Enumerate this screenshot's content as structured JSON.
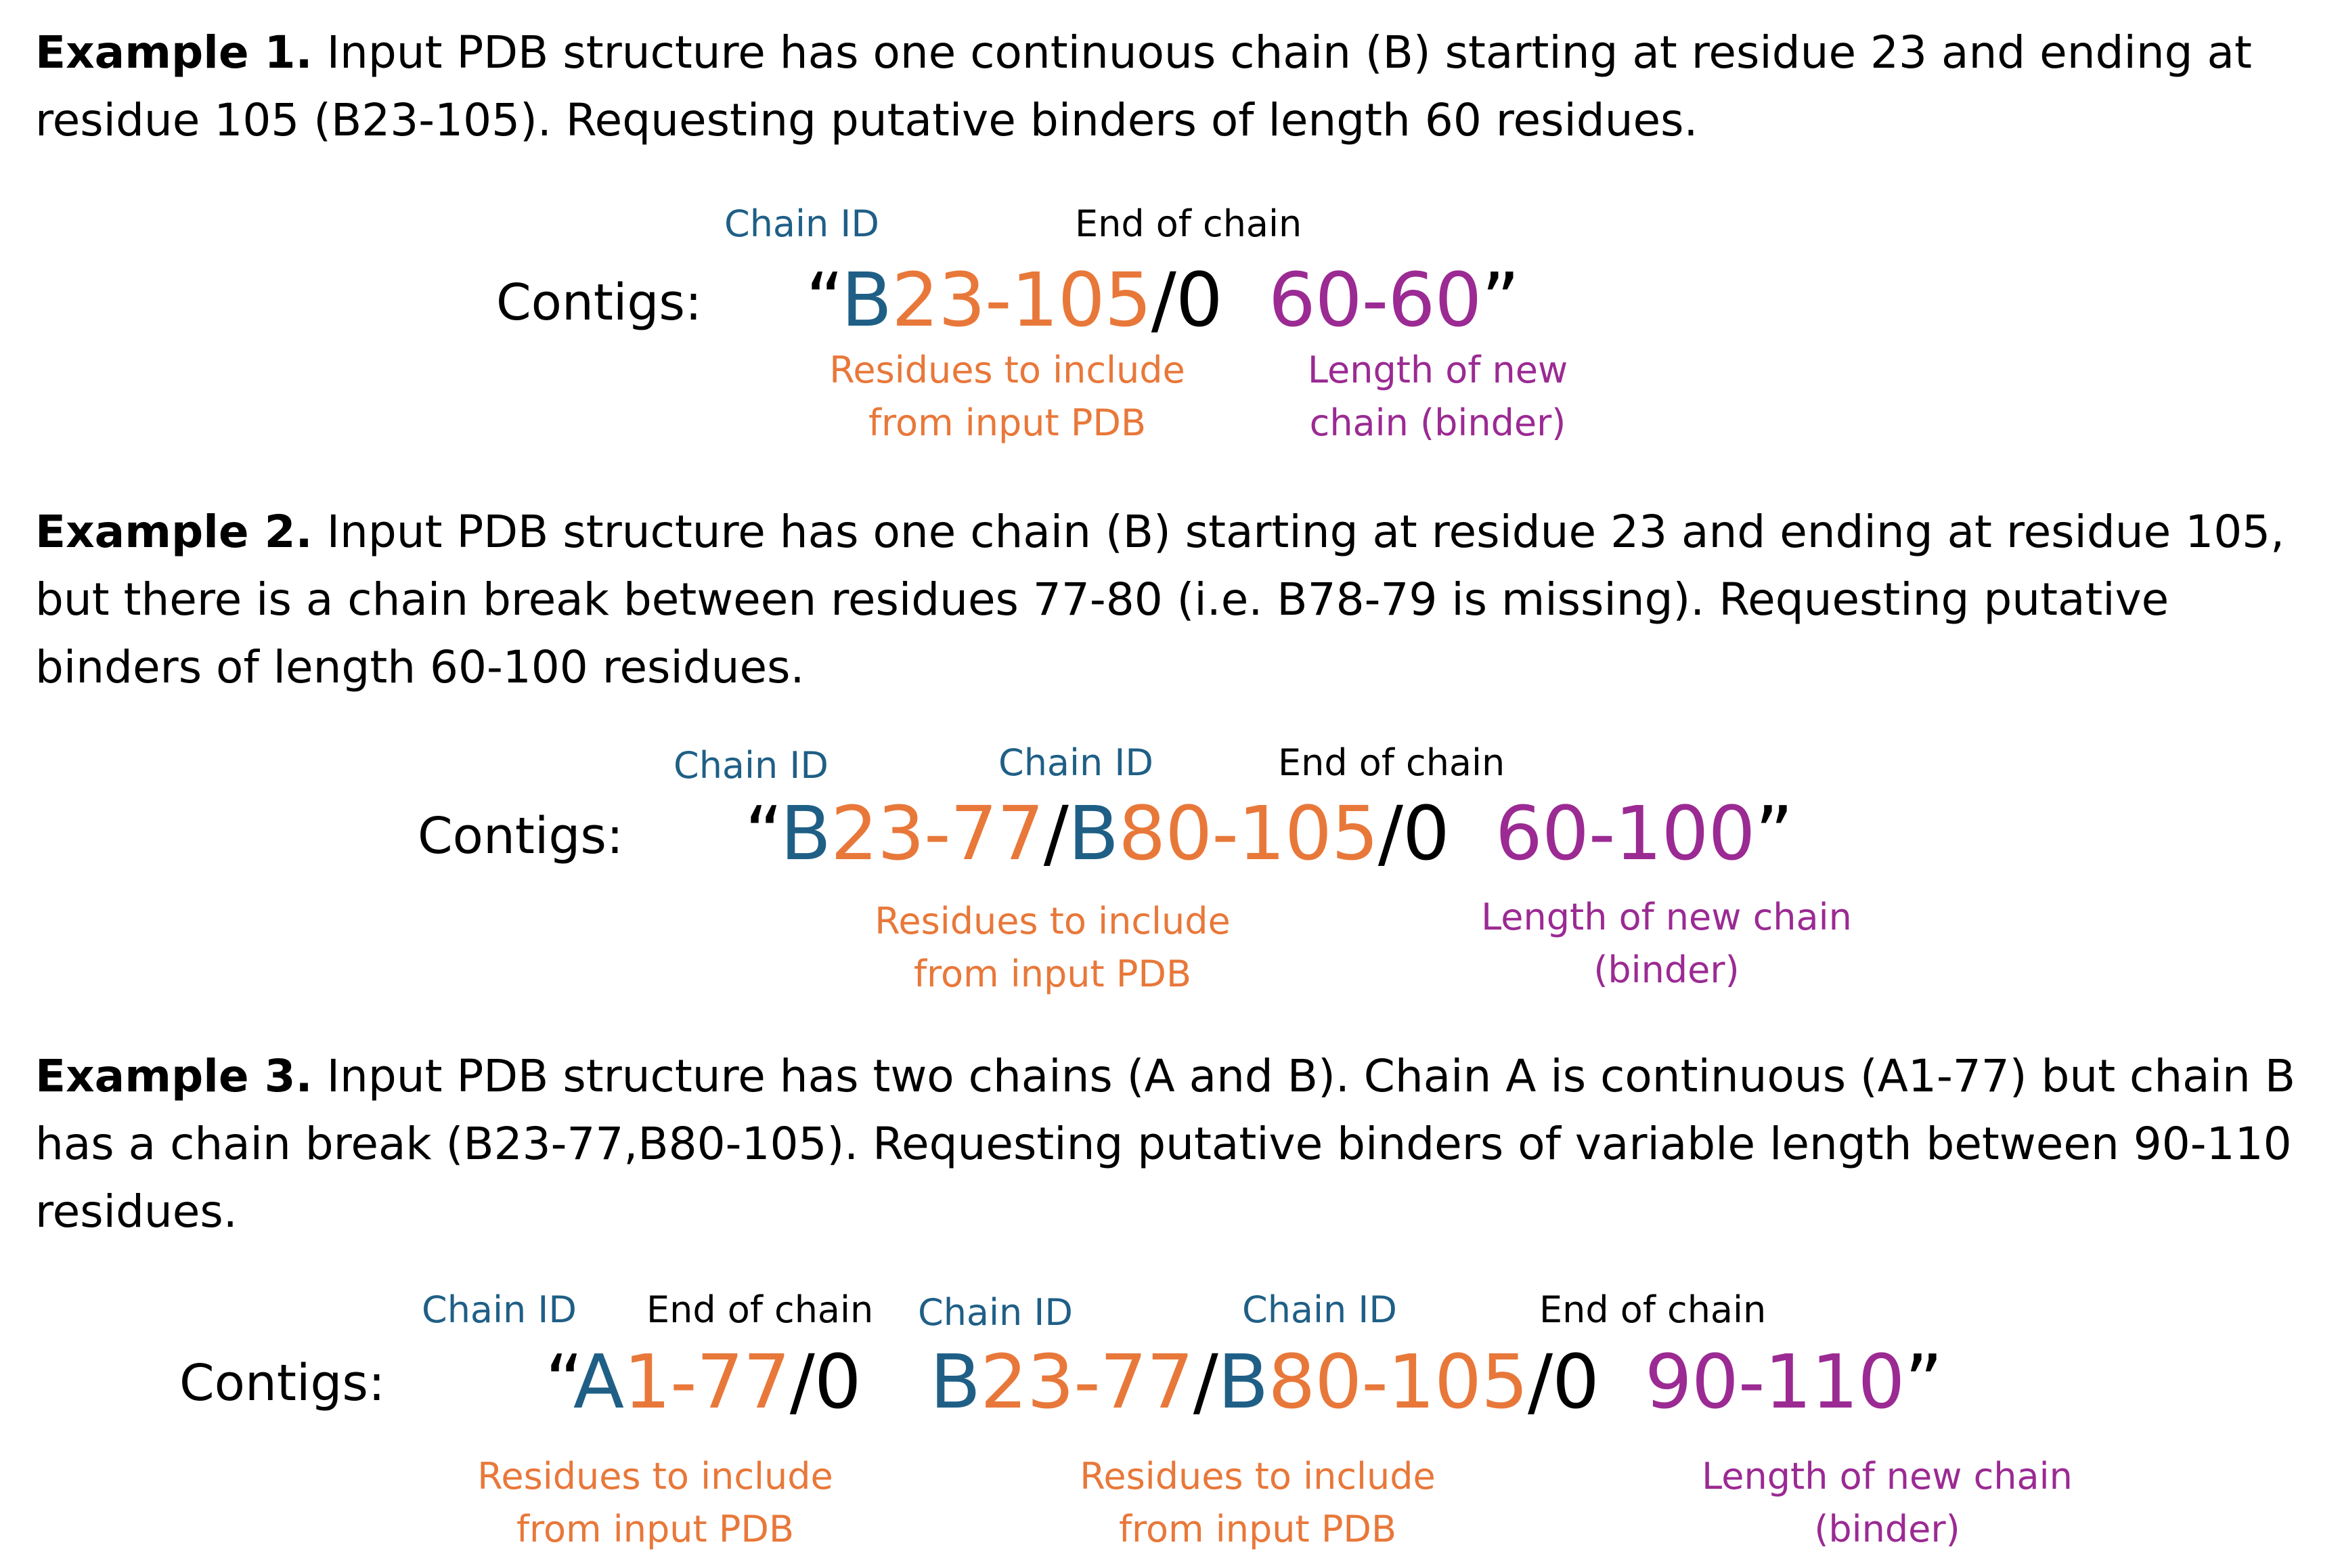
{
  "colors": {
    "chain_id": "#1f5f86",
    "residues": "#e8783a",
    "binder": "#9b2a93",
    "text": "#000000"
  },
  "examples": [
    {
      "heading": "Example 1.",
      "description": "Input PDB structure has one continuous chain (B) starting at residue 23 and ending at residue 105 (B23-105). Requesting putative binders of length 60 residues.",
      "contigs_label": "Contigs:",
      "labels": {
        "chain_id_1": "Chain ID",
        "end_of_chain_1": "End of chain",
        "residues_1": [
          "Residues to include",
          "from input PDB"
        ],
        "binder": [
          "Length of new",
          "chain (binder)"
        ]
      },
      "code": [
        {
          "text": "“",
          "role": "text"
        },
        {
          "text": "B",
          "role": "chain_id"
        },
        {
          "text": "23-105",
          "role": "residues"
        },
        {
          "text": "/0",
          "role": "text"
        },
        {
          "text": "  ",
          "role": "text"
        },
        {
          "text": "60-60",
          "role": "binder"
        },
        {
          "text": "”",
          "role": "text"
        }
      ]
    },
    {
      "heading": "Example 2.",
      "description": "Input PDB structure has one chain (B) starting at residue 23 and ending at residue 105, but there is a chain break between residues 77-80 (i.e. B78-79 is missing). Requesting putative binders of length 60-100 residues.",
      "contigs_label": "Contigs:",
      "labels": {
        "chain_id_1": "Chain ID",
        "chain_id_2": "Chain ID",
        "end_of_chain_1": "End of chain",
        "residues_1": [
          "Residues to include",
          "from input PDB"
        ],
        "binder": [
          "Length of new chain",
          "(binder)"
        ]
      },
      "code": [
        {
          "text": "“",
          "role": "text"
        },
        {
          "text": "B",
          "role": "chain_id"
        },
        {
          "text": "23-77",
          "role": "residues"
        },
        {
          "text": "/",
          "role": "text"
        },
        {
          "text": "B",
          "role": "chain_id"
        },
        {
          "text": "80-105",
          "role": "residues"
        },
        {
          "text": "/0",
          "role": "text"
        },
        {
          "text": "  ",
          "role": "text"
        },
        {
          "text": "60-100",
          "role": "binder"
        },
        {
          "text": "”",
          "role": "text"
        }
      ]
    },
    {
      "heading": "Example 3.",
      "description": "Input PDB structure has two chains (A and B). Chain A is continuous (A1-77) but chain B has a chain break (B23-77,B80-105). Requesting putative binders of variable length between 90-110 residues.",
      "contigs_label": "Contigs:",
      "labels": {
        "chain_id_1": "Chain ID",
        "end_of_chain_1": "End of chain",
        "chain_id_2": "Chain ID",
        "chain_id_3": "Chain ID",
        "end_of_chain_2": "End of chain",
        "residues_1": [
          "Residues to include",
          "from input PDB"
        ],
        "residues_2": [
          "Residues to include",
          "from input PDB"
        ],
        "binder": [
          "Length of new chain",
          "(binder)"
        ]
      },
      "code": [
        {
          "text": "“",
          "role": "text"
        },
        {
          "text": "A",
          "role": "chain_id"
        },
        {
          "text": "1-77",
          "role": "residues"
        },
        {
          "text": "/0",
          "role": "text"
        },
        {
          "text": "   ",
          "role": "text"
        },
        {
          "text": "B",
          "role": "chain_id"
        },
        {
          "text": "23-77",
          "role": "residues"
        },
        {
          "text": "/",
          "role": "text"
        },
        {
          "text": "B",
          "role": "chain_id"
        },
        {
          "text": "80-105",
          "role": "residues"
        },
        {
          "text": "/0",
          "role": "text"
        },
        {
          "text": "  ",
          "role": "text"
        },
        {
          "text": "90-110",
          "role": "binder"
        },
        {
          "text": "”",
          "role": "text"
        }
      ]
    }
  ]
}
